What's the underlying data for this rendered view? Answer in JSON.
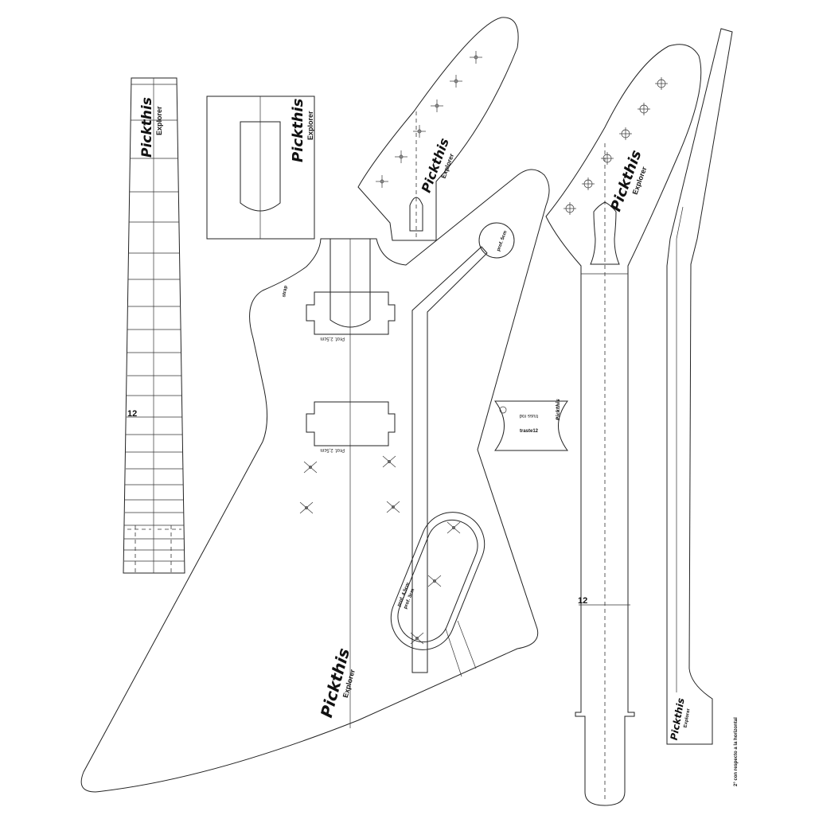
{
  "brand": {
    "name": "Pickthis",
    "model": "Explorer"
  },
  "labels": {
    "depth_pickup": "Prof. 2,5cm",
    "depth_jack": "prof. 5cm",
    "depth_control_1": "prof. 4,5cm",
    "depth_control_2": "prof. 3cm",
    "strap": "strap",
    "fret_12": "12",
    "truss_inner": "truss rod",
    "truss_outer": "traste12",
    "headstock_angle": "2° con respecto a la horizontal"
  },
  "colors": {
    "line": "#222222",
    "background": "#ffffff"
  }
}
